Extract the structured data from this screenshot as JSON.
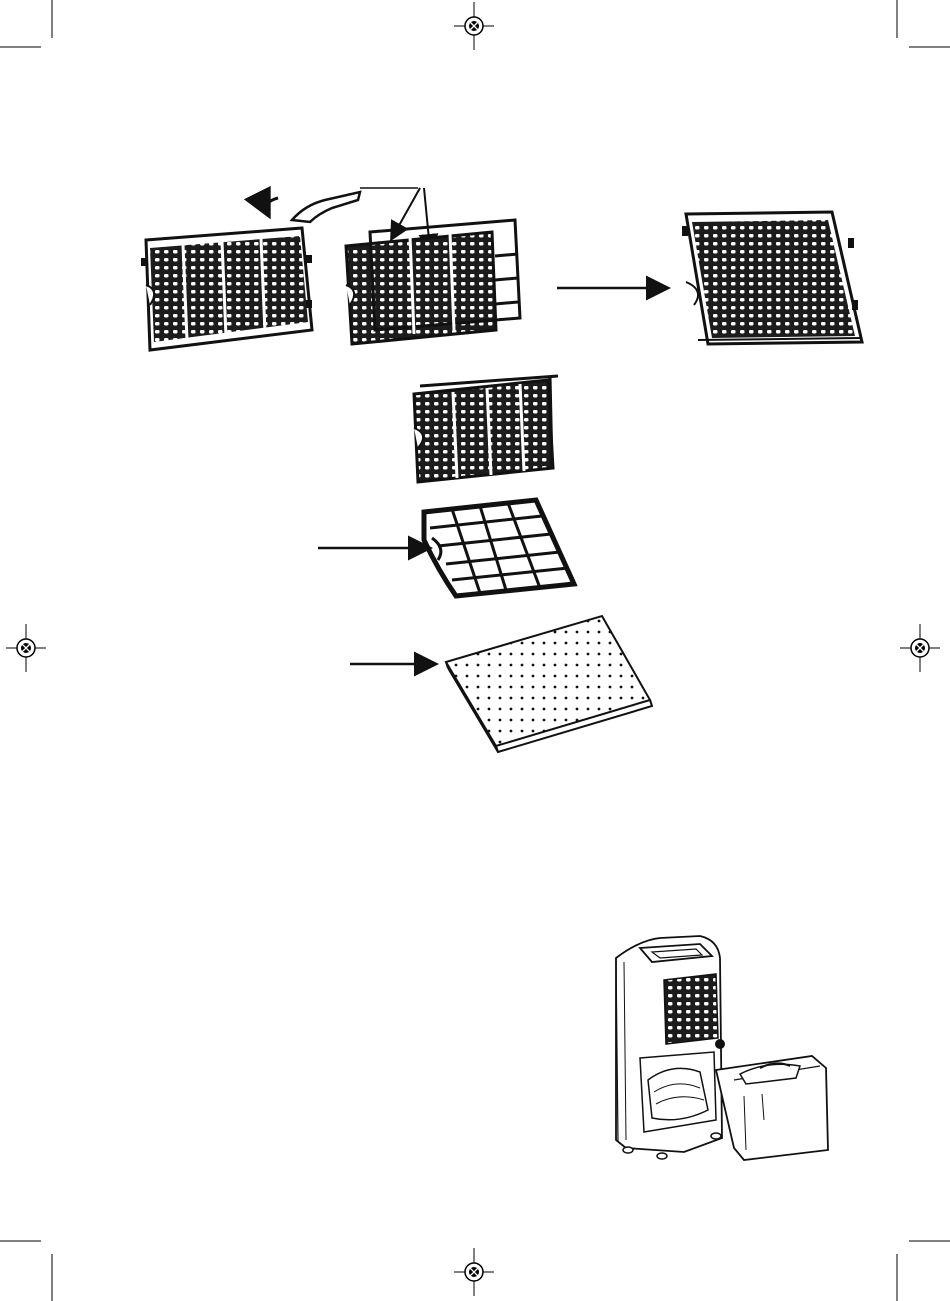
{
  "page": {
    "background": "#ffffff",
    "ink_color": "#111111",
    "printed_text": []
  },
  "figures": [
    {
      "name": "filter-assembly-installed",
      "icon": "filter-frame-icon"
    },
    {
      "name": "filter-remove-step",
      "icon": "hand-icon"
    },
    {
      "name": "filter-assembly-removed",
      "icon": "filter-frame-icon"
    },
    {
      "name": "filter-frame-detail",
      "icon": "filter-frame-icon"
    },
    {
      "name": "filter-grid-panel",
      "icon": "grid-icon"
    },
    {
      "name": "filter-mesh-sheet",
      "icon": "mesh-icon"
    },
    {
      "name": "dehumidifier-tank-removal",
      "icon": "dehumidifier-icon"
    }
  ],
  "marks": {
    "registration": "registration-mark-icon",
    "crop": "crop-mark-icon"
  }
}
